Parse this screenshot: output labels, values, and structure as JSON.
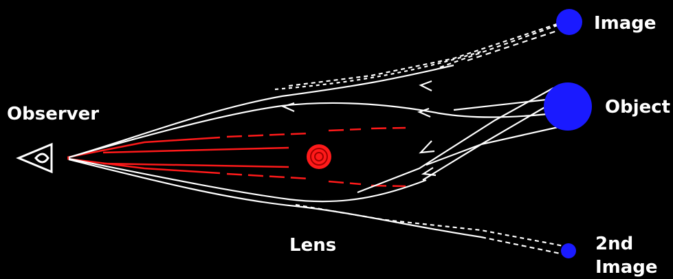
{
  "labels": {
    "observer": "Observer",
    "image": "Image",
    "object": "Object",
    "lens": "Lens",
    "second_image_line1": "2nd",
    "second_image_line2": "Image"
  },
  "colors": {
    "background": "#000000",
    "rays": "#ffffff",
    "lens": "#ff2020",
    "bodies": "#1a1aff"
  }
}
